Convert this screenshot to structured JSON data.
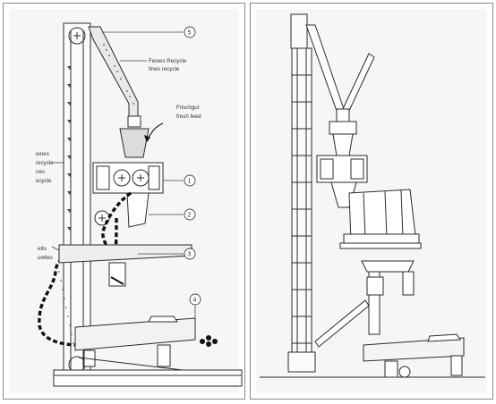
{
  "left_diagram": {
    "callouts": [
      "1",
      "2",
      "3",
      "4",
      "5"
    ],
    "labels": {
      "fines_recycle_de": "Feines Recycle",
      "fines_recycle_en": "fines recycle",
      "fresh_feed_de": "Frischgut",
      "fresh_feed_en": "fresh feed",
      "left_cut_1": "eines",
      "left_cut_2": "recycle",
      "left_cut_3": "nes",
      "left_cut_4": "ecycle",
      "briq_cut_1": "etts",
      "briq_cut_2": "uettes"
    }
  },
  "right_diagram": {},
  "colors": {
    "line": "#2b2b2b",
    "material": "#111111",
    "background": "#f6f6f6",
    "frame": "#8a8a8a"
  }
}
